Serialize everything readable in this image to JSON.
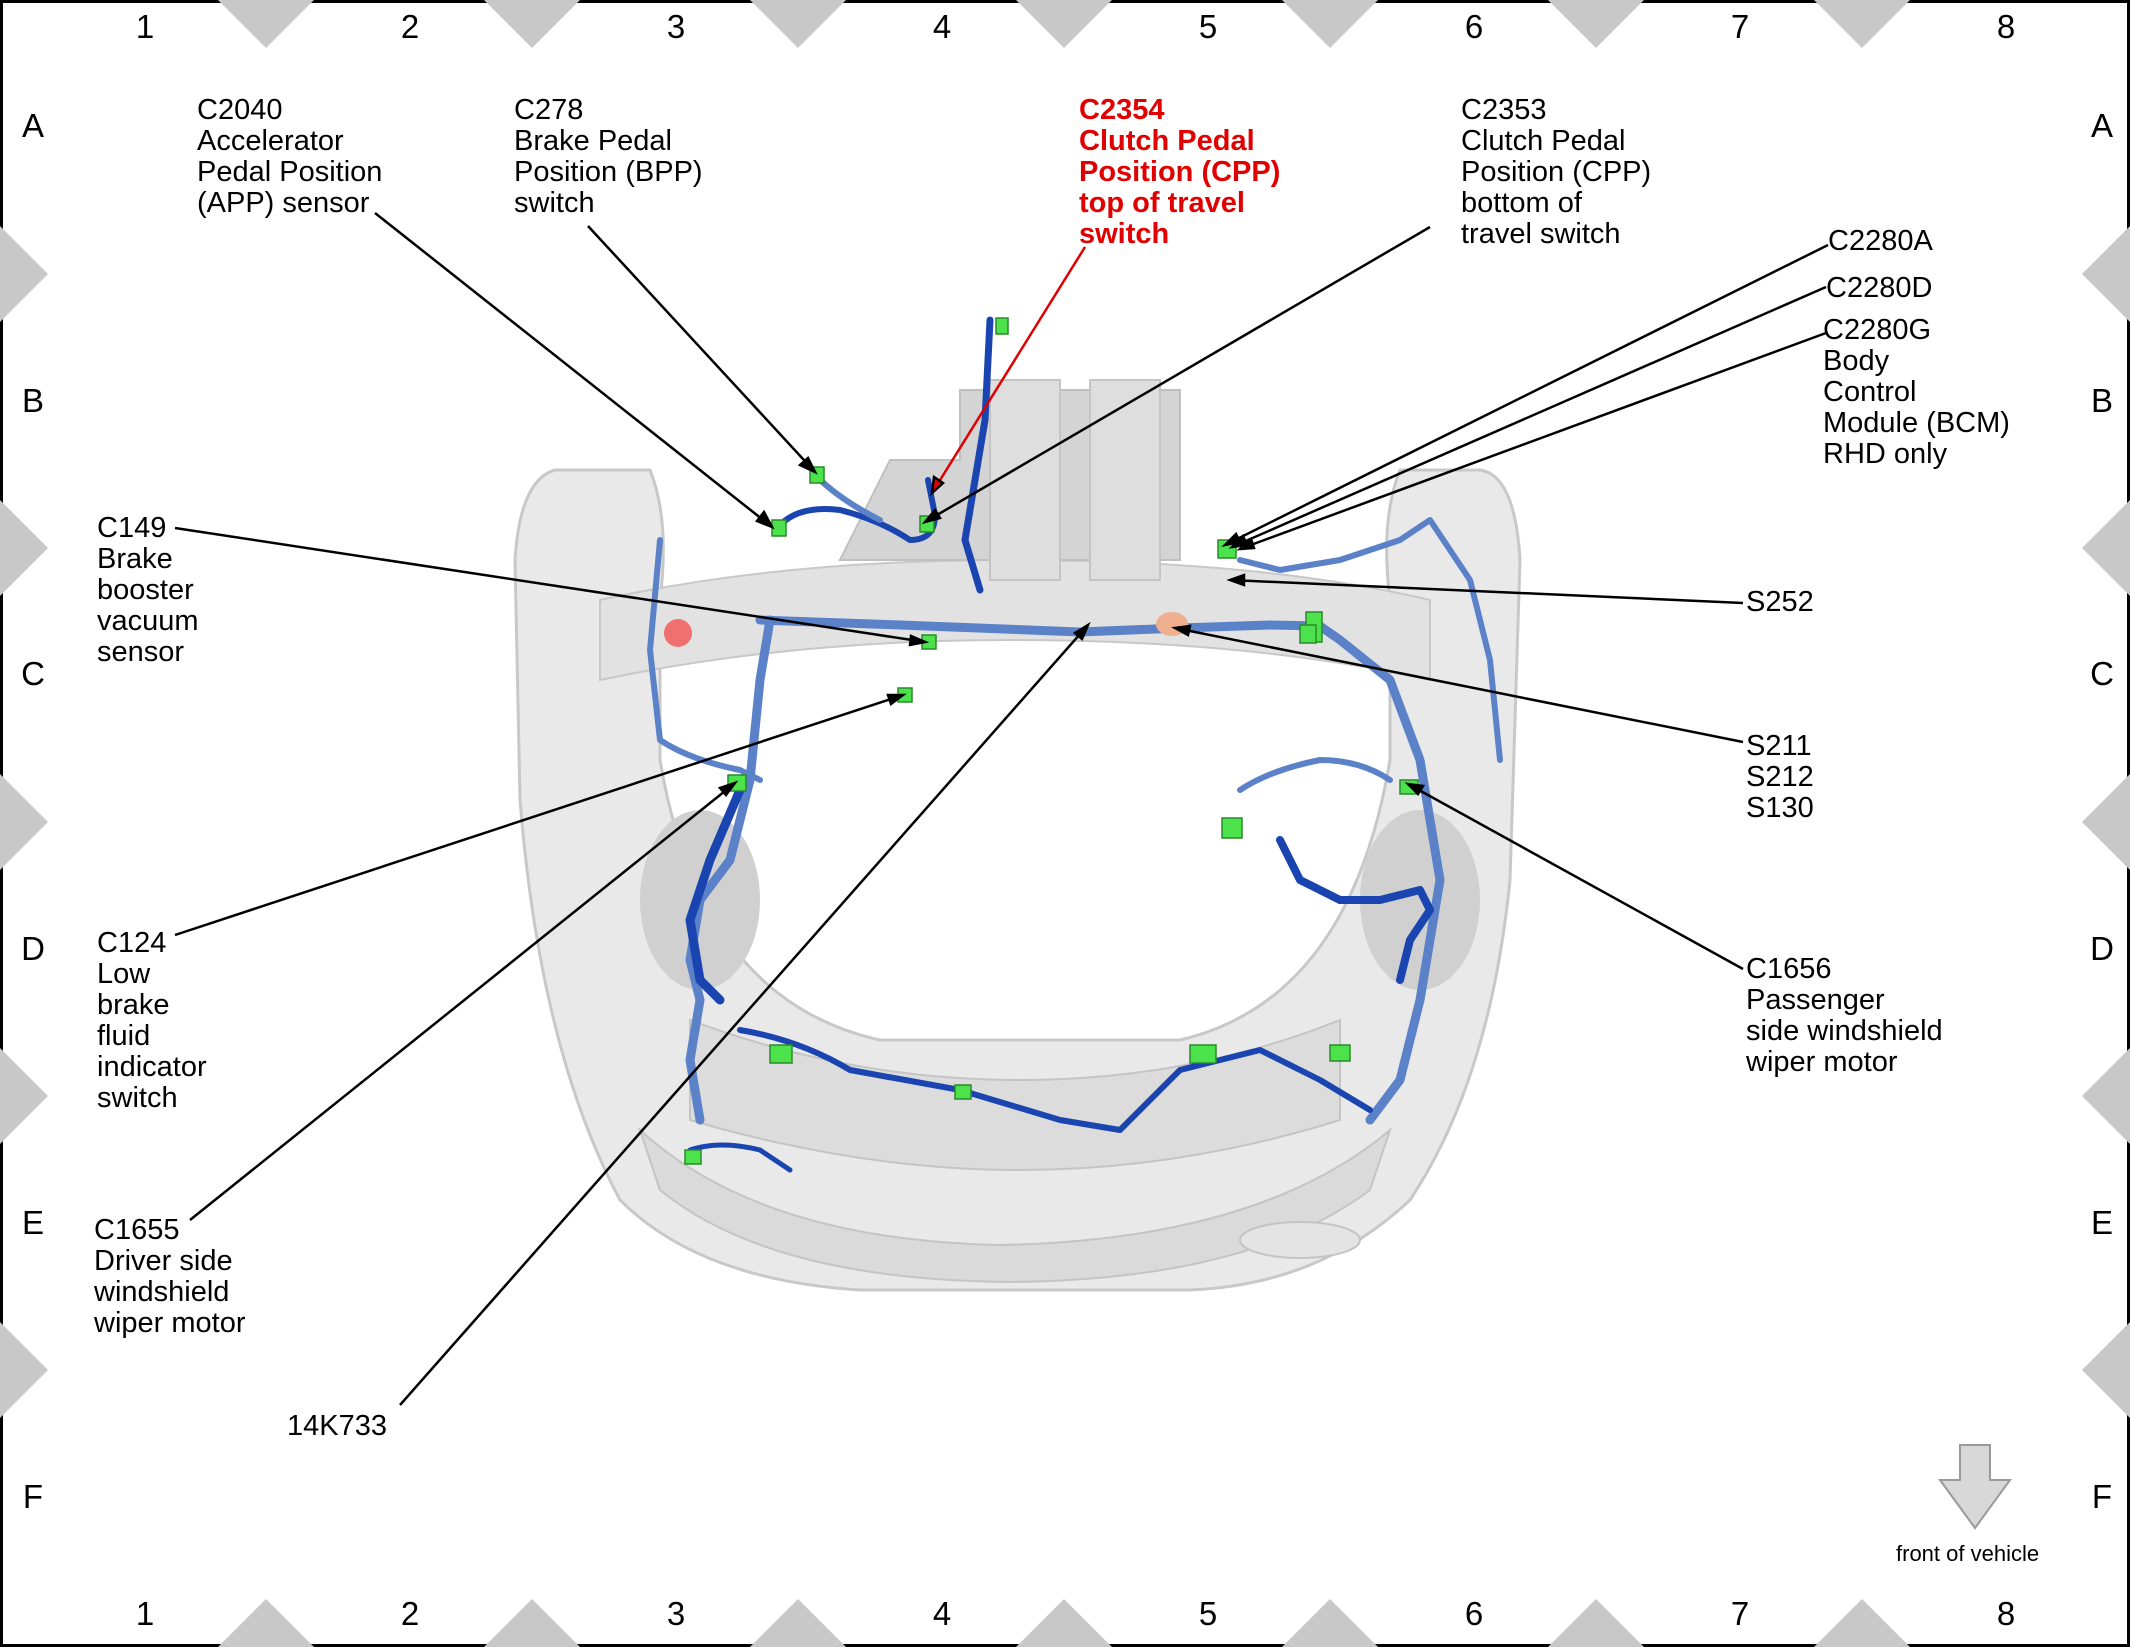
{
  "grid": {
    "columns": [
      "1",
      "2",
      "3",
      "4",
      "5",
      "6",
      "7",
      "8"
    ],
    "rows": [
      "A",
      "B",
      "C",
      "D",
      "E",
      "F"
    ]
  },
  "callouts": {
    "c2040": [
      "C2040",
      "Accelerator",
      "Pedal Position",
      "(APP) sensor"
    ],
    "c278": [
      "C278",
      "Brake Pedal",
      "Position (BPP)",
      "switch"
    ],
    "c2354": [
      "C2354",
      "Clutch Pedal",
      "Position (CPP)",
      "top of travel",
      "switch"
    ],
    "c2353": [
      "C2353",
      "Clutch Pedal",
      "Position (CPP)",
      "bottom of",
      "travel switch"
    ],
    "c2280a": [
      "C2280A"
    ],
    "c2280d": [
      "C2280D"
    ],
    "c2280g": [
      "C2280G",
      "Body",
      "Control",
      "Module (BCM)",
      "RHD only"
    ],
    "c149": [
      "C149",
      "Brake",
      "booster",
      "vacuum",
      "sensor"
    ],
    "s252": [
      "S252"
    ],
    "s211": [
      "S211",
      "S212",
      "S130"
    ],
    "c124": [
      "C124",
      "Low",
      "brake",
      "fluid",
      "indicator",
      "switch"
    ],
    "c1656": [
      "C1656",
      "Passenger",
      "side windshield",
      "wiper motor"
    ],
    "c1655": [
      "C1655",
      "Driver side",
      "windshield",
      "wiper motor"
    ],
    "k14k733": [
      "14K733"
    ]
  },
  "legend": {
    "label": "front of vehicle"
  },
  "colors": {
    "highlight": "#e00000",
    "harness": "#5b82c8",
    "harness_dark": "#1a44b0",
    "connector": "#4be24b",
    "body": "#e9e9e9",
    "body_shade": "#d2d2d2",
    "splice": "#f0b090"
  },
  "icons": [
    "down-arrow-icon"
  ]
}
